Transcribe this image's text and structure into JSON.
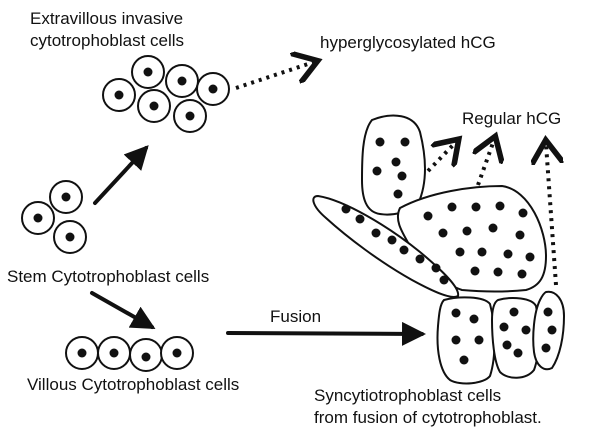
{
  "labels": {
    "extravillous_line1": "Extravillous invasive",
    "extravillous_line2": "cytotrophoblast cells",
    "hyperglycosylated_hcg": "hyperglycosylated hCG",
    "regular_hcg": "Regular hCG",
    "stem_cells": "Stem Cytotrophoblast cells",
    "fusion": "Fusion",
    "villous_cells": "Villous Cytotrophoblast cells",
    "syncytio_line1": "Syncytiotrophoblast cells",
    "syncytio_line2": "from fusion of cytotrophoblast."
  },
  "colors": {
    "ink": "#111111",
    "background": "#ffffff"
  }
}
